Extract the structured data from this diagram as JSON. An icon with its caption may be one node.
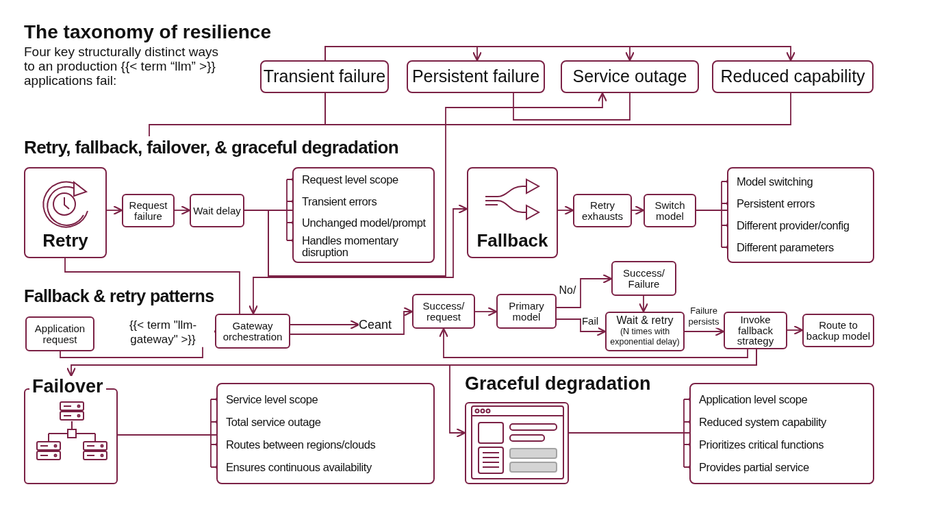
{
  "diagram": {
    "title": "The taxonomy of resilience",
    "nodes": [
      {
        "text": [
          "Transient failure"
        ]
      },
      {
        "text": [
          "Persistent failure"
        ]
      },
      {
        "text": [
          "Service outage"
        ]
      },
      {
        "text": [
          "Reduced capability"
        ]
      },
      {
        "text": [
          "Retry"
        ]
      },
      {
        "text": [
          "Request failure"
        ]
      },
      {
        "text": [
          "Wait delay"
        ]
      },
      {
        "text": [
          "Request level scope",
          "Transient errors",
          "Unchanged model/prompt",
          "Handles momentary disruption"
        ]
      },
      {
        "text": [
          "Fallback"
        ]
      },
      {
        "text": [
          "Retry exhausts"
        ]
      },
      {
        "text": [
          "Switch model"
        ]
      },
      {
        "text": [
          "Model switching",
          "Persistent errors",
          "Different provider/config",
          "Different parameters"
        ]
      },
      {
        "text": [
          "Application request"
        ]
      },
      {
        "text": [
          "Gateway orchestration"
        ]
      },
      {
        "text": [
          "Success/ request"
        ]
      },
      {
        "text": [
          "Primary model"
        ]
      },
      {
        "text": [
          "Success/ Failure"
        ]
      },
      {
        "text": [
          "Wait & retry",
          "(N times with exponential delay)"
        ]
      },
      {
        "text": [
          "Invoke fallback strategy"
        ]
      },
      {
        "text": [
          "Route to backup model"
        ]
      },
      {
        "text": [
          "Failover"
        ]
      },
      {
        "text": [
          "Service level scope",
          "Total service outage",
          "Routes between regions/clouds",
          "Ensures continuous availability"
        ]
      },
      {
        "text": [
          "Graceful degradation"
        ]
      },
      {
        "text": [
          "Application level scope",
          "Reduced system capability",
          "Prioritizes critical functions",
          "Provides partial service"
        ]
      },
      {
        "text": [
          "Ceant"
        ]
      },
      {
        "text": [
          "Retry, fallback, failover, & graceful degradation"
        ]
      }
    ],
    "edges": [
      {
        "from": 0,
        "to": 1,
        "arrow": "to"
      },
      {
        "from": 0,
        "to": 2,
        "arrow": "to"
      },
      {
        "from": 0,
        "to": 3,
        "arrow": "to"
      },
      {
        "from": 0,
        "to": 3,
        "arrow": "none"
      },
      {
        "from": 0,
        "to": 25,
        "arrow": "none"
      },
      {
        "from": 1,
        "to": 2,
        "arrow": "none"
      },
      {
        "from": 6,
        "to": 2,
        "arrow": "to"
      },
      {
        "from": 4,
        "to": 5,
        "arrow": "to"
      },
      {
        "from": 5,
        "to": 6,
        "arrow": "to"
      },
      {
        "from": 6,
        "to": 7,
        "arrow": "none"
      },
      {
        "from": 6,
        "to": 13,
        "arrow": "to"
      },
      {
        "from": 6,
        "to": 8,
        "arrow": "to"
      },
      {
        "from": 4,
        "to": 13,
        "arrow": "none"
      },
      {
        "from": 8,
        "to": 9,
        "arrow": "to"
      },
      {
        "from": 9,
        "to": 10,
        "arrow": "to"
      },
      {
        "from": 10,
        "to": 11,
        "arrow": "none"
      },
      {
        "from": 12,
        "to": 13,
        "arrow": "to",
        "label": "{{< term \"llm-gateway\" >}}"
      },
      {
        "from": 13,
        "to": 24,
        "arrow": "to"
      },
      {
        "from": 13,
        "to": 14,
        "arrow": "to"
      },
      {
        "from": 14,
        "to": 15,
        "arrow": "to"
      },
      {
        "from": 15,
        "to": 16,
        "arrow": "to",
        "label": "No/"
      },
      {
        "from": 15,
        "to": 17,
        "arrow": "to",
        "label": "Fail"
      },
      {
        "from": 16,
        "to": 17,
        "arrow": "to"
      },
      {
        "from": 17,
        "to": 18,
        "arrow": "to",
        "label": "Failure persists"
      },
      {
        "from": 18,
        "to": 19,
        "arrow": "to"
      },
      {
        "from": 18,
        "to": 14,
        "arrow": "to"
      },
      {
        "from": 18,
        "to": 20,
        "arrow": "to"
      },
      {
        "from": 18,
        "to": 22,
        "arrow": "to"
      },
      {
        "from": 20,
        "to": 21,
        "arrow": "none"
      },
      {
        "from": 22,
        "to": 23,
        "arrow": "none"
      }
    ],
    "labels": [
      "Four key structurally distinct ways to an production {{< term “llm” >}} applications fail:",
      "Fallback & retry patterns"
    ]
  }
}
